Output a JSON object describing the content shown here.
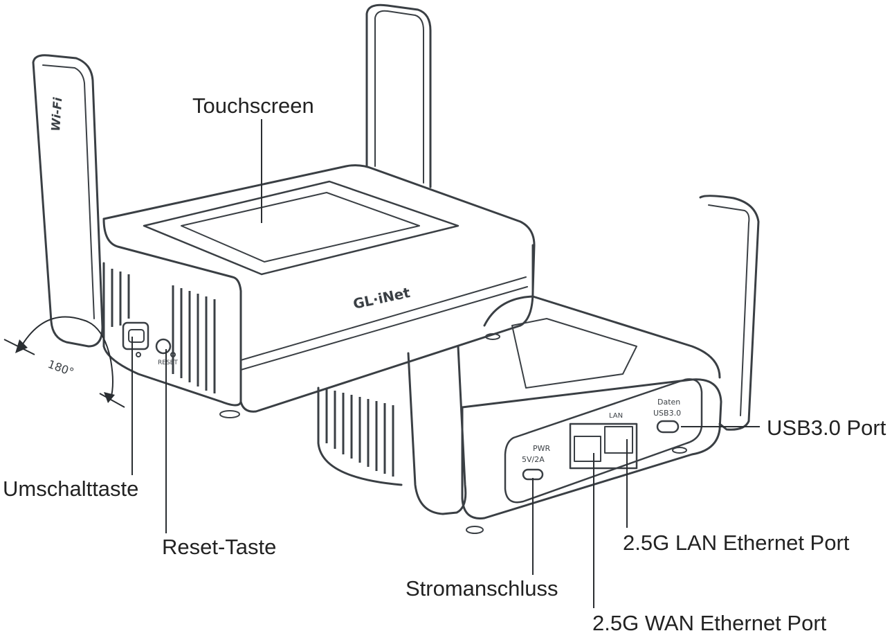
{
  "callouts": {
    "touchscreen": "Touchscreen",
    "umschalttaste": "Umschalttaste",
    "reset": "Reset-Taste",
    "power": "Stromanschluss",
    "lan": "2.5G LAN Ethernet Port",
    "wan": "2.5G WAN Ethernet Port",
    "usb": "USB3.0 Port"
  },
  "device": {
    "brand": "GL·iNet",
    "antenna_label": "Wi-Fi",
    "rotation_label": "180°",
    "button_label": "RESET",
    "pwr_label": "PWR",
    "pwr_rating": "5V/2A",
    "lan_label": "LAN",
    "usb_label_top": "Daten",
    "usb_label_bottom": "USB3.0"
  },
  "colors": {
    "line": "#3a3f44",
    "background": "#ffffff"
  }
}
